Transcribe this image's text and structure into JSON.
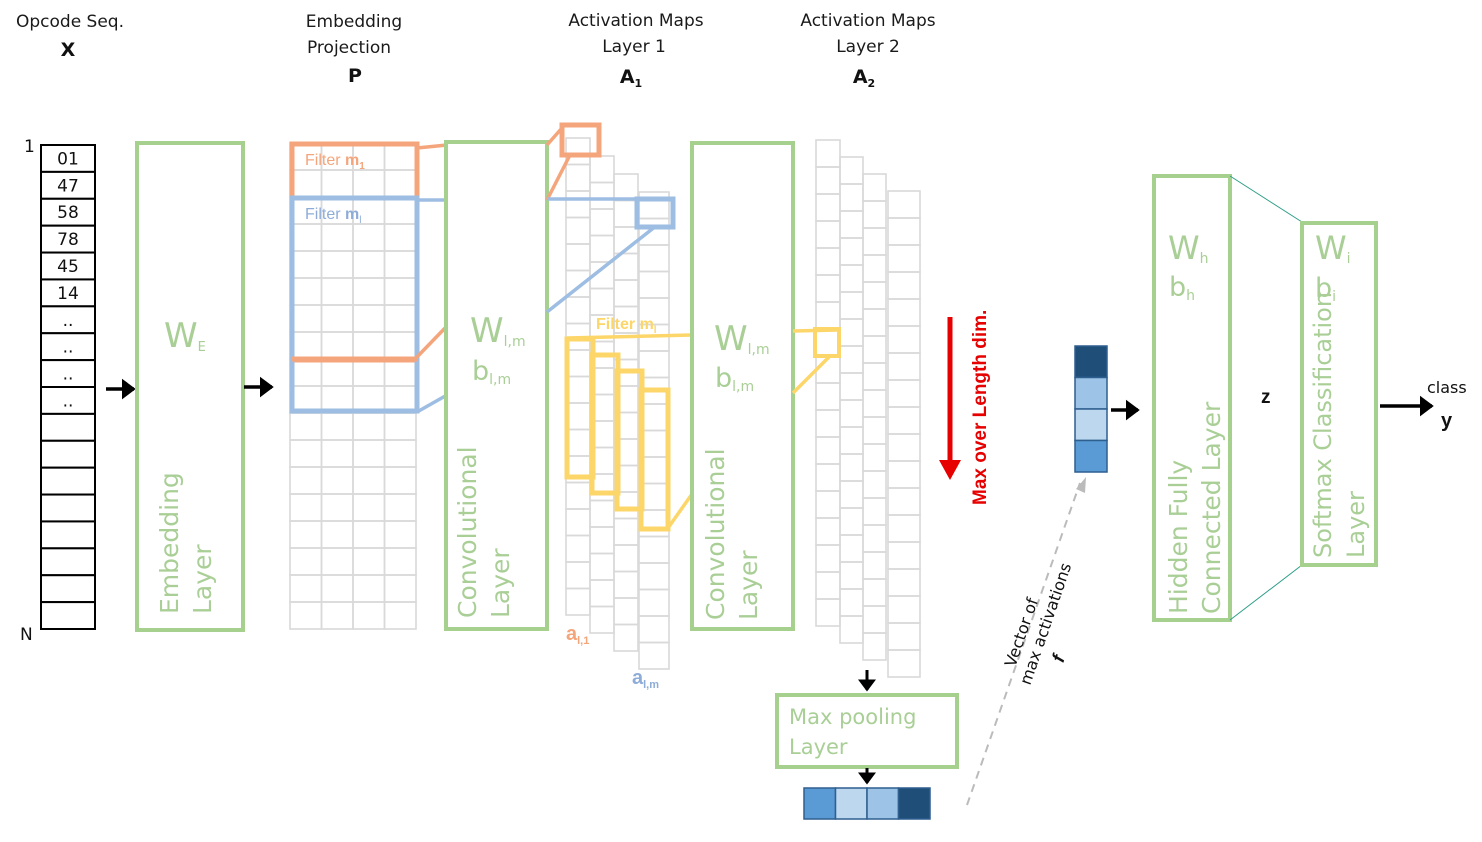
{
  "headers": {
    "opcode_seq": {
      "line1": "Opcode Seq.",
      "symbol": "X"
    },
    "embedding": {
      "line1": "Embedding",
      "line2": "Projection",
      "symbol": "P"
    },
    "act1": {
      "line1": "Activation Maps",
      "line2": "Layer 1",
      "symbol": "A",
      "sub": "1"
    },
    "act2": {
      "line1": "Activation Maps",
      "line2": "Layer 2",
      "symbol": "A",
      "sub": "2"
    }
  },
  "sequence": {
    "start_label": "1",
    "end_label": "N",
    "cells": [
      "01",
      "47",
      "58",
      "78",
      "45",
      "14",
      "..",
      "..",
      "..",
      "..",
      "",
      "",
      "",
      "",
      "",
      "",
      "",
      ""
    ]
  },
  "embedding_layer": {
    "weight": "W",
    "weight_sub": "E",
    "name_line1": "Embedding",
    "name_line2": "Layer"
  },
  "filters": {
    "m1": {
      "label": "Filter ",
      "bold": "m",
      "sub": "1"
    },
    "ml_blue": {
      "label": "Filter ",
      "bold": "m",
      "sub": "l"
    },
    "ml_yellow": {
      "label": "Filter ",
      "bold": "m",
      "sub": "l"
    }
  },
  "conv_layer_1": {
    "weight": "W",
    "weight_sub": "l,m",
    "bias": "b",
    "bias_sub": "l,m",
    "name_line1": "Convolutional",
    "name_line2": "Layer"
  },
  "conv_layer_2": {
    "weight": "W",
    "weight_sub": "l,m",
    "bias": "b",
    "bias_sub": "l,m",
    "name_line1": "Convolutional",
    "name_line2": "Layer"
  },
  "activation_labels": {
    "a_l1": {
      "sym": "a",
      "sub": "l,1"
    },
    "a_lm": {
      "sym": "a",
      "sub": "l,m"
    }
  },
  "max_over": {
    "label": "Max over Length dim."
  },
  "max_pooling": {
    "line1": "Max pooling",
    "line2": "Layer"
  },
  "max_vector": {
    "colors": [
      "#5b9bd5",
      "#bdd7ee",
      "#9dc3e6",
      "#1f4e79"
    ]
  },
  "feature_vector": {
    "colors": [
      "#1f4e79",
      "#9dc3e6",
      "#bdd7ee",
      "#5b9bd5"
    ],
    "caption_line1": "Vector of",
    "caption_line2": "max activations",
    "symbol": "f"
  },
  "hidden_layer": {
    "weight": "W",
    "weight_sub": "h",
    "bias": "b",
    "bias_sub": "h",
    "name_line1": "Hidden Fully",
    "name_line2": "Connected Layer"
  },
  "z_label": "z",
  "softmax_layer": {
    "weight": "W",
    "weight_sub": "i",
    "bias": "b",
    "bias_sub": "i",
    "name_line1": "Softmax Classification",
    "name_line2": "Layer"
  },
  "output": {
    "label": "class",
    "symbol": "y"
  },
  "colors": {
    "green": "#a6d08e",
    "orange": "#f4a57b",
    "blue": "#9dbde3",
    "yellow": "#fdd66a",
    "red": "#e60000",
    "grid": "#d9d9d9"
  }
}
